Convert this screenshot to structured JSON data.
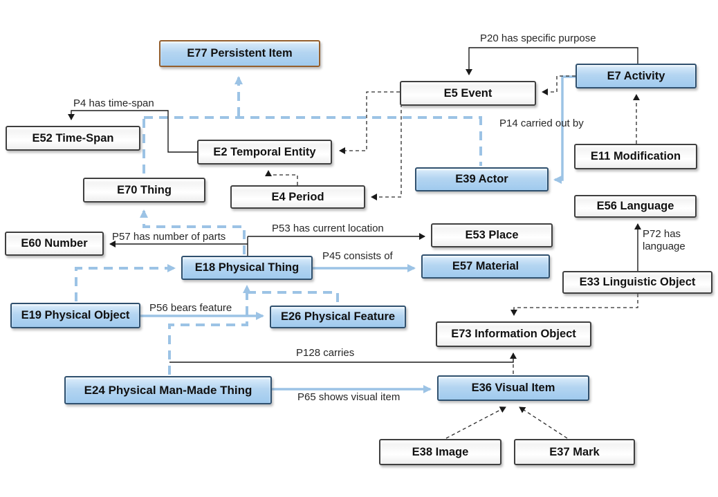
{
  "diagram": {
    "nodes": {
      "e77": {
        "label": "E77 Persistent Item",
        "highlighted": true
      },
      "e7": {
        "label": "E7 Activity",
        "highlighted": true
      },
      "e5": {
        "label": "E5 Event",
        "highlighted": false
      },
      "e52": {
        "label": "E52 Time-Span",
        "highlighted": false
      },
      "e2": {
        "label": "E2 Temporal Entity",
        "highlighted": false
      },
      "e11": {
        "label": "E11 Modification",
        "highlighted": false
      },
      "e39": {
        "label": "E39 Actor",
        "highlighted": true
      },
      "e70": {
        "label": "E70 Thing",
        "highlighted": false
      },
      "e4": {
        "label": "E4 Period",
        "highlighted": false
      },
      "e56": {
        "label": "E56 Language",
        "highlighted": false
      },
      "e53": {
        "label": "E53 Place",
        "highlighted": false
      },
      "e60": {
        "label": "E60 Number",
        "highlighted": false
      },
      "e18": {
        "label": "E18 Physical Thing",
        "highlighted": true
      },
      "e57": {
        "label": "E57 Material",
        "highlighted": true
      },
      "e33": {
        "label": "E33 Linguistic Object",
        "highlighted": false
      },
      "e19": {
        "label": "E19 Physical Object",
        "highlighted": true
      },
      "e26": {
        "label": "E26 Physical Feature",
        "highlighted": true
      },
      "e73": {
        "label": "E73 Information Object",
        "highlighted": false
      },
      "e24": {
        "label": "E24 Physical Man-Made Thing",
        "highlighted": true
      },
      "e36": {
        "label": "E36 Visual Item",
        "highlighted": true
      },
      "e38": {
        "label": "E38 Image",
        "highlighted": false
      },
      "e37": {
        "label": "E37 Mark",
        "highlighted": false
      }
    },
    "properties": {
      "p20": {
        "text": "P20 has specific purpose"
      },
      "p4": {
        "text": "P4 has time-span"
      },
      "p14": {
        "text": "P14 carried out by"
      },
      "p53": {
        "text": "P53 has current location"
      },
      "p57": {
        "text": "P57 has number of parts"
      },
      "p45": {
        "text": "P45 consists of"
      },
      "p72": {
        "text": "P72 has language"
      },
      "p56": {
        "text": "P56 bears feature"
      },
      "p128": {
        "text": "P128 carries"
      },
      "p65": {
        "text": "P65 shows visual item"
      }
    },
    "edges": [
      {
        "from": "e70",
        "to": "e77",
        "kind": "subclass-blue-dashed"
      },
      {
        "from": "e39",
        "to": "e77",
        "kind": "subclass-blue-dashed"
      },
      {
        "from": "e18",
        "to": "e70",
        "kind": "subclass-blue-dashed"
      },
      {
        "from": "e19",
        "to": "e18",
        "kind": "subclass-blue-dashed"
      },
      {
        "from": "e26",
        "to": "e18",
        "kind": "subclass-blue-dashed"
      },
      {
        "from": "e24",
        "to": "e18",
        "kind": "subclass-blue-dashed"
      },
      {
        "from": "e7",
        "to": "e39",
        "label": "P14 carried out by",
        "kind": "property-blue"
      },
      {
        "from": "e18",
        "to": "e57",
        "label": "P45 consists of",
        "kind": "property-blue"
      },
      {
        "from": "e19",
        "to": "e26",
        "label": "P56 bears feature",
        "kind": "property-blue"
      },
      {
        "from": "e24",
        "to": "e36",
        "label": "P65 shows visual item",
        "kind": "property-blue"
      },
      {
        "from": "e7",
        "to": "e5",
        "label": "P20 has specific purpose",
        "kind": "property-black"
      },
      {
        "from": "e2",
        "to": "e52",
        "label": "P4 has time-span",
        "kind": "property-black"
      },
      {
        "from": "e18",
        "to": "e53",
        "label": "P53 has current location",
        "kind": "property-black"
      },
      {
        "from": "e18",
        "to": "e60",
        "label": "P57 has number of parts",
        "kind": "property-black"
      },
      {
        "from": "e33",
        "to": "e56",
        "label": "P72 has language",
        "kind": "property-black"
      },
      {
        "from": "e24",
        "to": "e73",
        "label": "P128 carries",
        "kind": "property-black"
      },
      {
        "from": "e7",
        "to": "e5",
        "kind": "subclass-black-dashed"
      },
      {
        "from": "e5",
        "to": "e2",
        "kind": "subclass-black-dashed"
      },
      {
        "from": "e5",
        "to": "e4",
        "kind": "subclass-black-dashed"
      },
      {
        "from": "e4",
        "to": "e2",
        "kind": "subclass-black-dashed"
      },
      {
        "from": "e11",
        "to": "e7",
        "kind": "subclass-black-dashed"
      },
      {
        "from": "e33",
        "to": "e73",
        "kind": "subclass-black-dashed"
      },
      {
        "from": "e36",
        "to": "e73",
        "kind": "subclass-black-dashed"
      },
      {
        "from": "e38",
        "to": "e36",
        "kind": "subclass-black-dashed"
      },
      {
        "from": "e37",
        "to": "e36",
        "kind": "subclass-black-dashed"
      }
    ],
    "colors": {
      "highlight_fill": "#aed0ee",
      "highlight_border": "#2f506e",
      "e77_border": "#945f2e",
      "connector_blue": "#9cc3e5",
      "line_black": "#1a1a1a",
      "plain_fill": "#ffffff",
      "plain_border": "#3f3f3f"
    }
  }
}
